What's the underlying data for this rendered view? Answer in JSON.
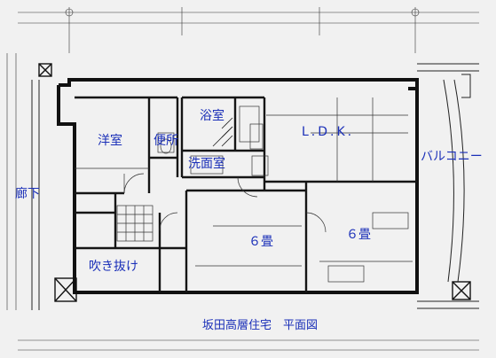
{
  "rooms": {
    "western_room": "洋室",
    "toilet": "便所",
    "bath": "浴室",
    "washroom": "洗面室",
    "ldk": "L.D.K.",
    "balcony": "バルコニー",
    "corridor": "廊下",
    "six_mat_1": "６畳",
    "six_mat_2": "６畳",
    "atrium": "吹き抜け"
  },
  "caption": "坂田高層住宅　平面図",
  "colors": {
    "label": "#1a2fb8",
    "lines": "#1b1b1b",
    "paper": "#f1f1f1"
  }
}
